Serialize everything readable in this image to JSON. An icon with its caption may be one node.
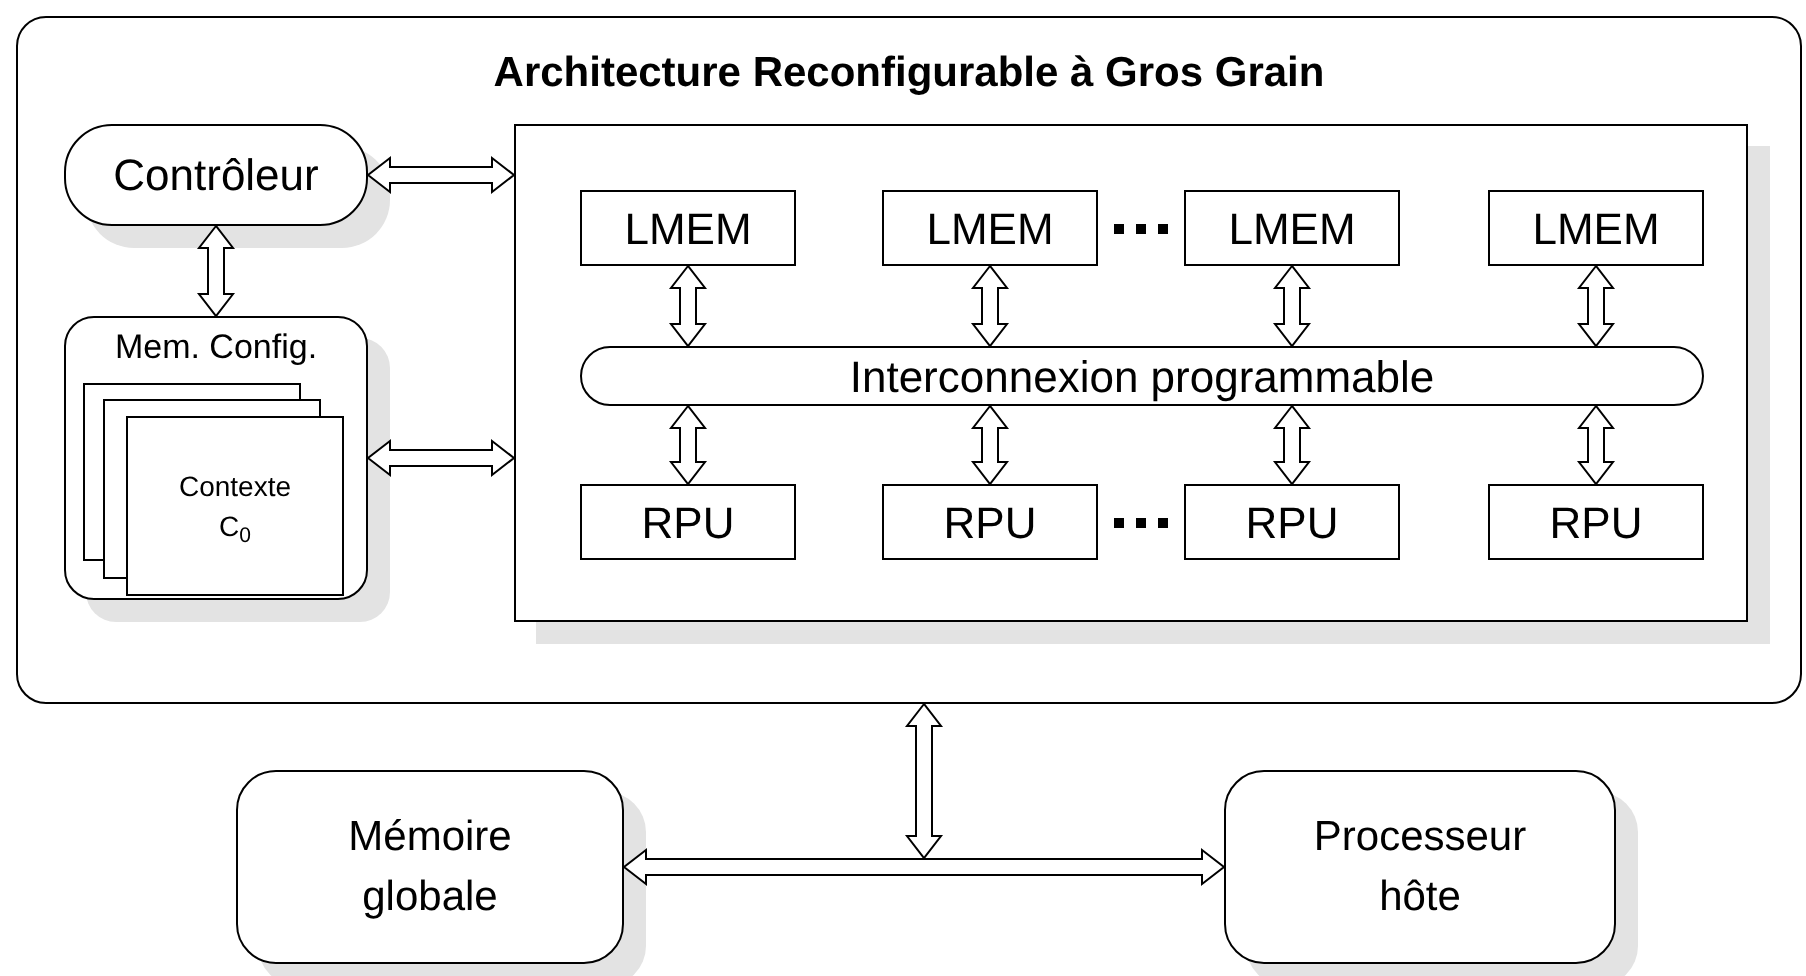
{
  "diagram": {
    "nodes": [
      {
        "text": [
          "Architecture Reconfigurable à Gros Grain"
        ]
      },
      {
        "text": [
          "Contrôleur"
        ],
        "in": 0
      },
      {
        "text": [
          "Mem. Config."
        ],
        "in": 0
      },
      {
        "text": [
          "Contexte C$_{0}$"
        ],
        "in": 2
      },
      {
        "text": [],
        "shape": "box",
        "in": 0
      },
      {
        "text": [
          "LMEM"
        ],
        "in": 4
      },
      {
        "text": [
          "LMEM"
        ],
        "in": 4
      },
      {
        "text": [
          "LMEM"
        ],
        "in": 4
      },
      {
        "text": [
          "LMEM"
        ],
        "in": 4
      },
      {
        "text": [
          "Interconnexion programmable"
        ],
        "in": 4
      },
      {
        "text": [
          "RPU"
        ],
        "in": 4
      },
      {
        "text": [
          "RPU"
        ],
        "in": 4
      },
      {
        "text": [
          "RPU"
        ],
        "in": 4
      },
      {
        "text": [
          "RPU"
        ],
        "in": 4
      },
      {
        "text": [
          "Mémoire globale"
        ]
      },
      {
        "text": [
          "Processeur hôte"
        ]
      }
    ],
    "edges": [
      {
        "from": 1,
        "to": 4,
        "arrow": "both"
      },
      {
        "from": 1,
        "to": 2,
        "arrow": "both"
      },
      {
        "from": 2,
        "to": 4,
        "arrow": "both"
      },
      {
        "from": 5,
        "to": 9,
        "arrow": "both"
      },
      {
        "from": 6,
        "to": 9,
        "arrow": "both"
      },
      {
        "from": 7,
        "to": 9,
        "arrow": "both"
      },
      {
        "from": 8,
        "to": 9,
        "arrow": "both"
      },
      {
        "from": 9,
        "to": 10,
        "arrow": "both"
      },
      {
        "from": 9,
        "to": 11,
        "arrow": "both"
      },
      {
        "from": 9,
        "to": 12,
        "arrow": "both"
      },
      {
        "from": 9,
        "to": 13,
        "arrow": "both"
      },
      {
        "from": 14,
        "to": 15,
        "arrow": "both"
      },
      {
        "from": 0,
        "to": null,
        "arrow": "both"
      }
    ]
  }
}
